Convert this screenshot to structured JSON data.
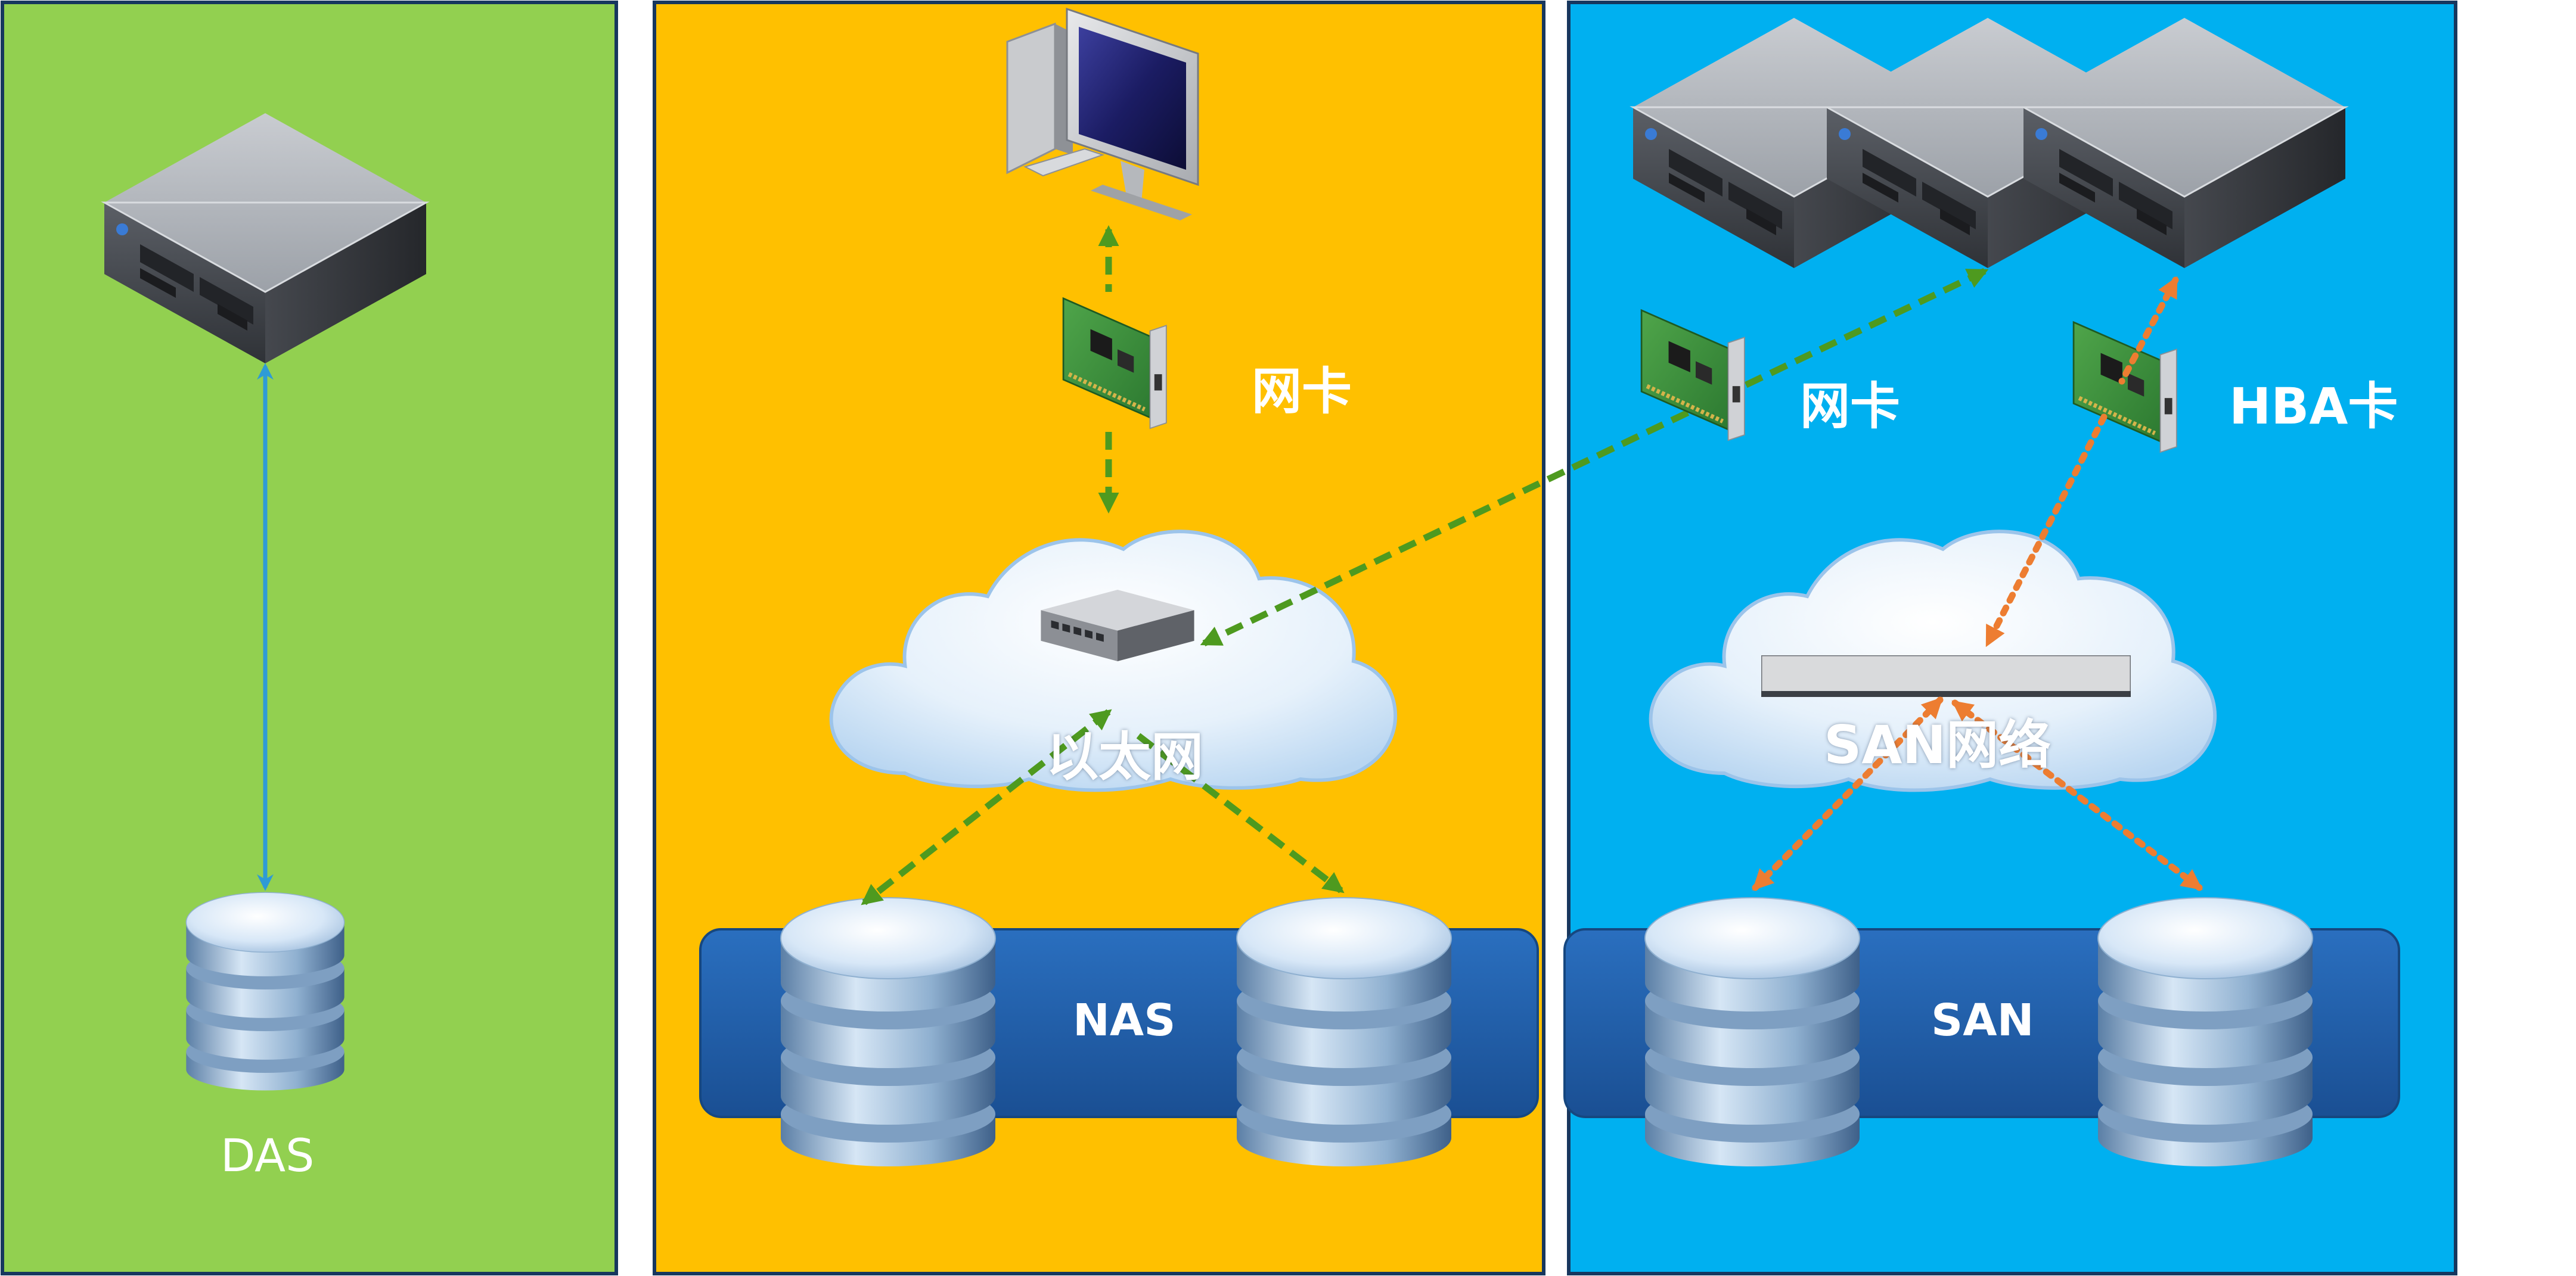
{
  "panels": {
    "das": {
      "label": "DAS",
      "bg": "#92D050"
    },
    "nas": {
      "label": "NAS",
      "bg": "#FFC000",
      "nic_label": "网卡",
      "cloud_label": "以太网"
    },
    "san": {
      "label": "SAN",
      "bg": "#00B0F0",
      "nic_label": "网卡",
      "hba_label": "HBA卡",
      "cloud_label": "SAN网络"
    }
  },
  "colors": {
    "panel_border": "#17375E",
    "das_link": "#2E9BD6",
    "ethernet_link": "#4E9A1F",
    "fc_link": "#ED7D31",
    "storage_band": "#1F5FA8"
  },
  "icons": [
    "server-icon",
    "desktop-computer-icon",
    "network-card-icon",
    "hba-card-icon",
    "ethernet-switch-icon",
    "fc-switch-icon",
    "cloud-icon",
    "database-disk-stack-icon"
  ]
}
